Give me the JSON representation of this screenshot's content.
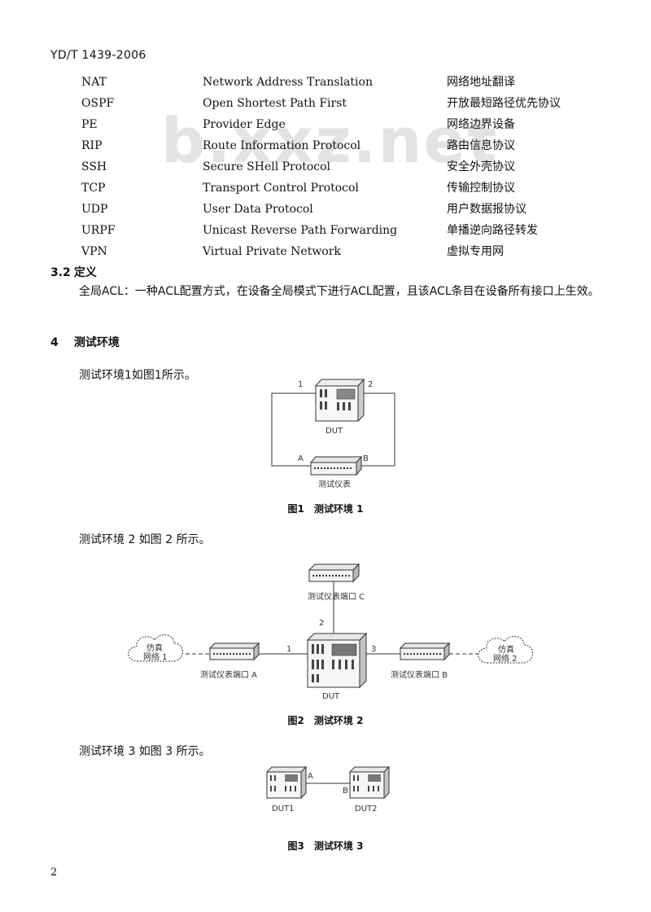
{
  "header": {
    "standard_code": "YD/T 1439-2006"
  },
  "watermark": "b.xxz.net",
  "abbreviations": [
    {
      "abbr": "NAT",
      "en": "Network Address Translation",
      "zh": "网络地址翻译"
    },
    {
      "abbr": "OSPF",
      "en": "Open Shortest Path First",
      "zh": "开放最短路径优先协议"
    },
    {
      "abbr": "PE",
      "en": "Provider Edge",
      "zh": "网络边界设备"
    },
    {
      "abbr": "RIP",
      "en": "Route Information Protocol",
      "zh": "路由信息协议"
    },
    {
      "abbr": "SSH",
      "en": "Secure SHell Protocol",
      "zh": "安全外壳协议"
    },
    {
      "abbr": "TCP",
      "en": "Transport Control Protocol",
      "zh": "传输控制协议"
    },
    {
      "abbr": "UDP",
      "en": "User Data Protocol",
      "zh": "用户数据报协议"
    },
    {
      "abbr": "URPF",
      "en": "Unicast Reverse Path Forwarding",
      "zh": "单播逆向路径转发"
    },
    {
      "abbr": "VPN",
      "en": "Virtual Private Network",
      "zh": "虚拟专用网"
    }
  ],
  "section_3_2": {
    "number": "3.2",
    "title": "定义",
    "text": "全局ACL：一种ACL配置方式，在设备全局模式下进行ACL配置，且该ACL条目在设备所有接口上生效。"
  },
  "section_4": {
    "number": "4",
    "title": "测试环境"
  },
  "figure1": {
    "intro": "测试环境1如图1所示。",
    "caption": "图1　测试环境 1",
    "dut_label": "DUT",
    "tester_label": "测试仪表",
    "port1": "1",
    "port2": "2",
    "port_a": "A",
    "port_b": "B"
  },
  "figure2": {
    "intro": "测试环境 2 如图 2 所示。",
    "caption": "图2　测试环境 2",
    "dut_label": "DUT",
    "tester_a": "测试仪表端口 A",
    "tester_b": "测试仪表端口 B",
    "tester_c": "测试仪表端口 C",
    "cloud1_line1": "仿真",
    "cloud1_line2": "网络 1",
    "cloud2_line1": "仿真",
    "cloud2_line2": "网络 2",
    "port1": "1",
    "port2": "2",
    "port3": "3"
  },
  "figure3": {
    "intro": "测试环境 3 如图 3 所示。",
    "caption": "图3　测试环境 3",
    "dut1_label": "DUT1",
    "dut2_label": "DUT2",
    "port_a": "A",
    "port_b": "B"
  },
  "footer": {
    "page_number": "2"
  }
}
